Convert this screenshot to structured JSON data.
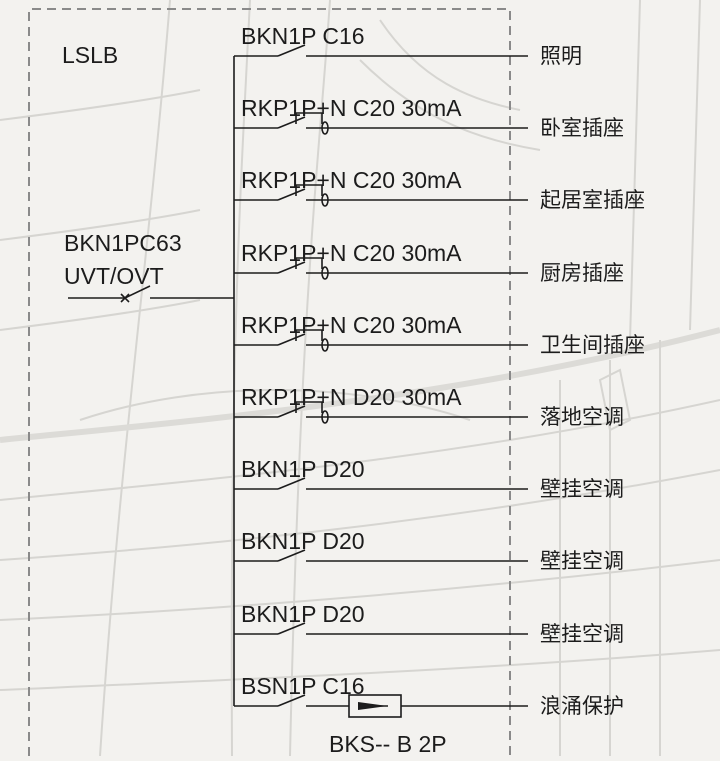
{
  "panel": {
    "name": "LSLB"
  },
  "main_breaker": {
    "model": "BKN1PC63",
    "function": "UVT/OVT"
  },
  "surge_protector": {
    "model": "BKS-- B 2P"
  },
  "colors": {
    "line": "#1c1c1c",
    "background": "#f3f2ef",
    "sketch": "#d6d5d1",
    "dash": "#8a8a8a"
  },
  "circuits": [
    {
      "breaker": "BKN1P C16",
      "load": "照明",
      "type": "mcb"
    },
    {
      "breaker": "RKP1P+N C20 30mA",
      "load": "卧室插座",
      "type": "rcbo"
    },
    {
      "breaker": "RKP1P+N C20 30mA",
      "load": "起居室插座",
      "type": "rcbo"
    },
    {
      "breaker": "RKP1P+N C20 30mA",
      "load": "厨房插座",
      "type": "rcbo"
    },
    {
      "breaker": "RKP1P+N C20 30mA",
      "load": "卫生间插座",
      "type": "rcbo"
    },
    {
      "breaker": "RKP1P+N D20 30mA",
      "load": "落地空调",
      "type": "rcbo"
    },
    {
      "breaker": "BKN1P D20",
      "load": "壁挂空调",
      "type": "mcb"
    },
    {
      "breaker": "BKN1P D20",
      "load": "壁挂空调",
      "type": "mcb"
    },
    {
      "breaker": "BKN1P D20",
      "load": "壁挂空调",
      "type": "mcb"
    },
    {
      "breaker": "BSN1P C16",
      "load": "浪涌保护",
      "type": "spd"
    }
  ]
}
